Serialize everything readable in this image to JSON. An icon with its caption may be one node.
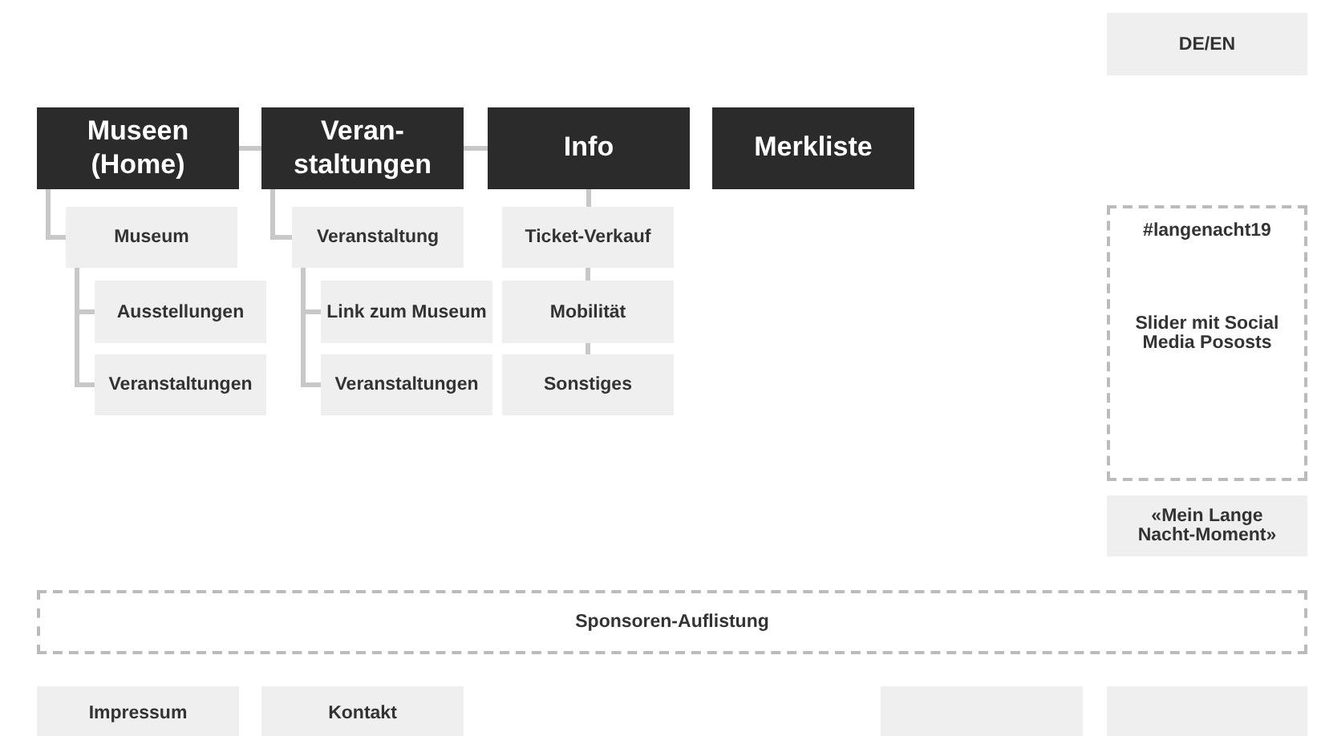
{
  "diagram": {
    "nodes": [
      {
        "text": [
          "DE/EN"
        ]
      },
      {
        "text": [
          "Museen (Home)"
        ]
      },
      {
        "text": [
          "Veran- staltungen"
        ]
      },
      {
        "text": [
          "Info"
        ]
      },
      {
        "text": [
          "Merkliste"
        ]
      },
      {
        "text": [
          "Museum"
        ]
      },
      {
        "text": [
          "Ausstellungen"
        ]
      },
      {
        "text": [
          "Veranstaltungen"
        ]
      },
      {
        "text": [
          "Veranstaltung"
        ]
      },
      {
        "text": [
          "Link zum Museum"
        ]
      },
      {
        "text": [
          "Veranstaltungen"
        ]
      },
      {
        "text": [
          "Ticket-Verkauf"
        ]
      },
      {
        "text": [
          "Mobilität"
        ]
      },
      {
        "text": [
          "Sonstiges"
        ]
      },
      {
        "text": [
          "#langenacht19",
          "Slider mit Social Media Pososts"
        ]
      },
      {
        "text": [
          "«Mein Lange Nacht-Moment»"
        ]
      },
      {
        "text": [
          "Sponsoren-Auflistung"
        ]
      },
      {
        "text": [
          "Impressum"
        ]
      },
      {
        "text": [
          "Kontakt"
        ]
      },
      {
        "text": [],
        "shape": "box"
      },
      {
        "text": [],
        "shape": "box"
      }
    ],
    "edges": [
      {
        "from": 1,
        "to": 2,
        "arrow": "none"
      },
      {
        "from": 2,
        "to": 3,
        "arrow": "none"
      },
      {
        "from": 1,
        "to": 5,
        "arrow": "none"
      },
      {
        "from": 5,
        "to": 6,
        "arrow": "none"
      },
      {
        "from": 5,
        "to": 7,
        "arrow": "none"
      },
      {
        "from": 2,
        "to": 8,
        "arrow": "none"
      },
      {
        "from": 8,
        "to": 9,
        "arrow": "none"
      },
      {
        "from": 8,
        "to": 10,
        "arrow": "none"
      },
      {
        "from": 3,
        "to": 11,
        "arrow": "none"
      },
      {
        "from": 11,
        "to": 12,
        "arrow": "none"
      },
      {
        "from": 12,
        "to": 13,
        "arrow": "none"
      }
    ]
  }
}
